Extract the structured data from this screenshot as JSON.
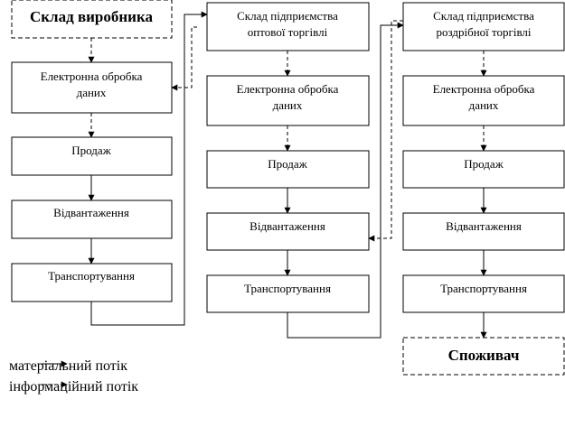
{
  "diagram": {
    "manufacturer": {
      "title": "Склад виробника",
      "steps": [
        "Електронна обробка даних",
        "Продаж",
        "Відвантаження",
        "Транспортування"
      ]
    },
    "wholesaler": {
      "title_line1": "Склад підприємства",
      "title_line2": "оптової торгівлі",
      "steps": [
        "Електронна обробка даних",
        "Продаж",
        "Відвантаження",
        "Транспортування"
      ]
    },
    "retailer": {
      "title_line1": "Склад підприємства",
      "title_line2": "роздрібної торгівлі",
      "steps": [
        "Електронна обробка даних",
        "Продаж",
        "Відвантаження",
        "Транспортування"
      ]
    },
    "consumer": "Споживач",
    "ebd_line1": "Електронна обробка",
    "ebd_line2": "даних"
  },
  "legend": {
    "material_flow": "матеріальний потік",
    "information_flow": "інформаційний потік"
  }
}
